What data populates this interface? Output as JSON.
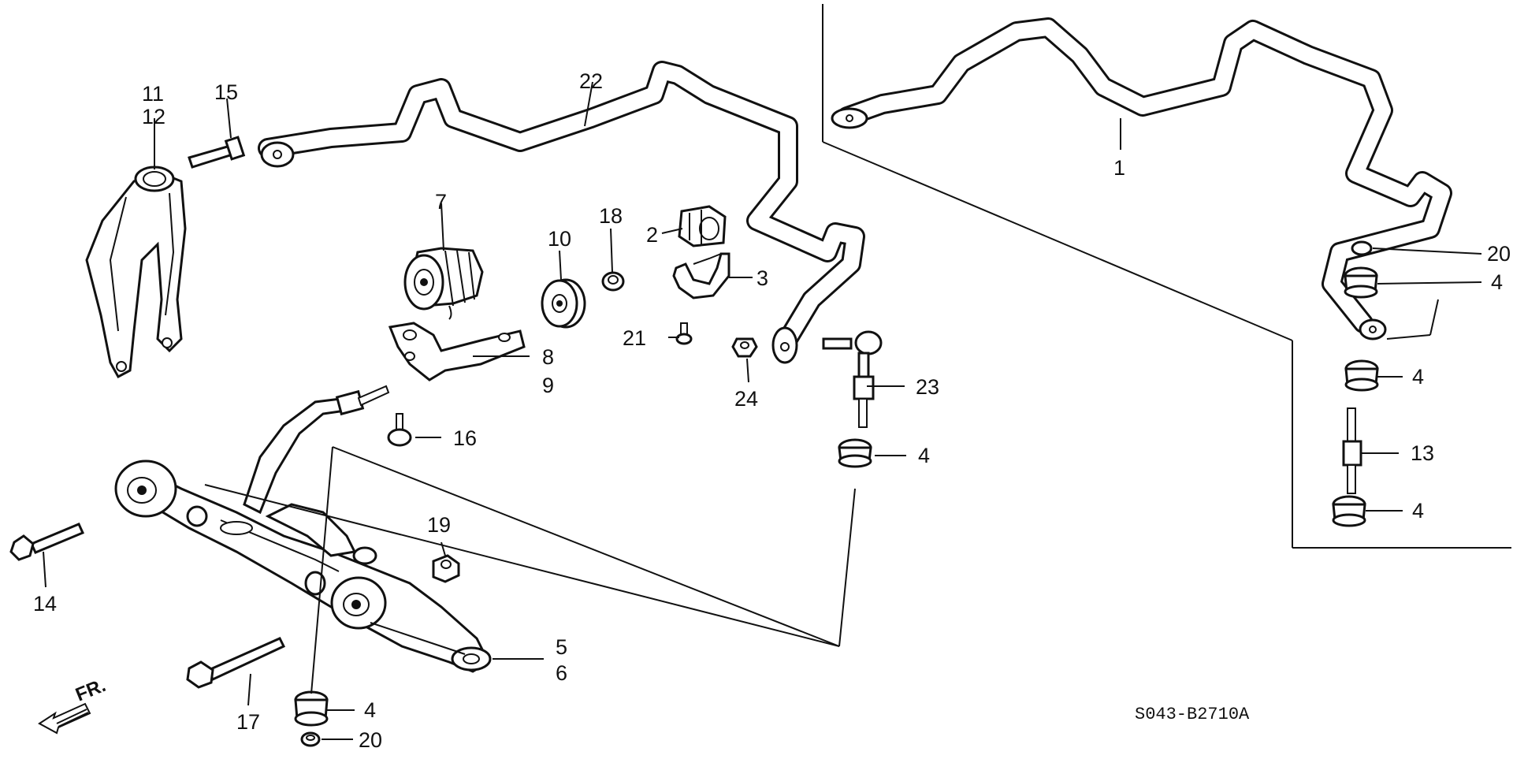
{
  "diagram_code": "S043-B2710A",
  "front_indicator": "FR.",
  "callouts": {
    "c1": "1",
    "c2": "2",
    "c3": "3",
    "c4": "4",
    "c5": "5",
    "c6": "6",
    "c7": "7",
    "c8": "8",
    "c9": "9",
    "c10": "10",
    "c11": "11",
    "c12": "12",
    "c13": "13",
    "c14": "14",
    "c15": "15",
    "c16": "16",
    "c17": "17",
    "c18": "18",
    "c19": "19",
    "c20": "20",
    "c21": "21",
    "c22": "22",
    "c23": "23",
    "c24": "24"
  }
}
